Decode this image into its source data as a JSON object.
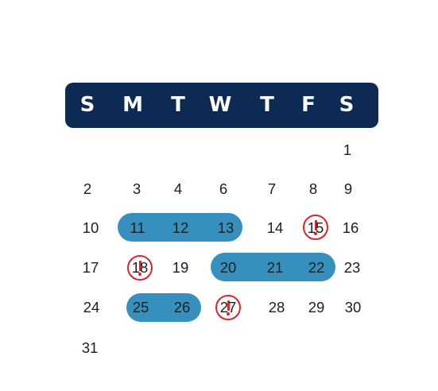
{
  "weekdays": [
    "S",
    "M",
    "T",
    "W",
    "T",
    "F",
    "S"
  ],
  "days": [
    "1",
    "2",
    "3",
    "4",
    "6",
    "7",
    "8",
    "9",
    "10",
    "11",
    "12",
    "13",
    "14",
    "15",
    "16",
    "17",
    "18",
    "19",
    "20",
    "21",
    "22",
    "23",
    "24",
    "25",
    "26",
    "27",
    "28",
    "29",
    "30",
    "31"
  ],
  "highlight_ranges": [
    {
      "from": "11",
      "to": "13"
    },
    {
      "from": "20",
      "to": "22"
    },
    {
      "from": "25",
      "to": "26"
    }
  ],
  "flagged_days": [
    "15",
    "18",
    "27"
  ],
  "icons": {
    "flag": "exclamation-circle-icon"
  },
  "colors": {
    "header_bar": "#0d2a55",
    "range_highlight": "#3590bd",
    "flag": "#d8262c",
    "day_text": "#1e1e1e",
    "weekday_text": "#ffffff"
  }
}
